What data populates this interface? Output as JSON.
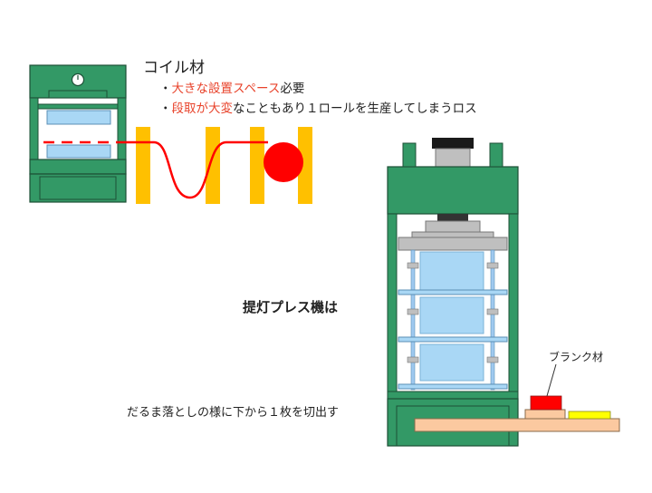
{
  "coil": {
    "title": "コイル材",
    "bullet_1": {
      "mark": "・",
      "highlight": "大きな設置スペース",
      "rest": "必要"
    },
    "bullet_2": {
      "mark": "・",
      "highlight": "段取が大変",
      "rest": "なこともあり１ロールを生産してしまうロス"
    }
  },
  "lantern": {
    "heading": "提灯プレス機は",
    "caption": "だるま落としの様に下から１枚を切出す",
    "blank_label": "ブランク材"
  },
  "colors": {
    "frame_green": "#339966",
    "die_blue": "#a9d7f5",
    "yellow": "#ffc000",
    "coil_red": "#ff0000",
    "highlight_red": "#e8432b",
    "table_tan": "#fbc9a0"
  }
}
